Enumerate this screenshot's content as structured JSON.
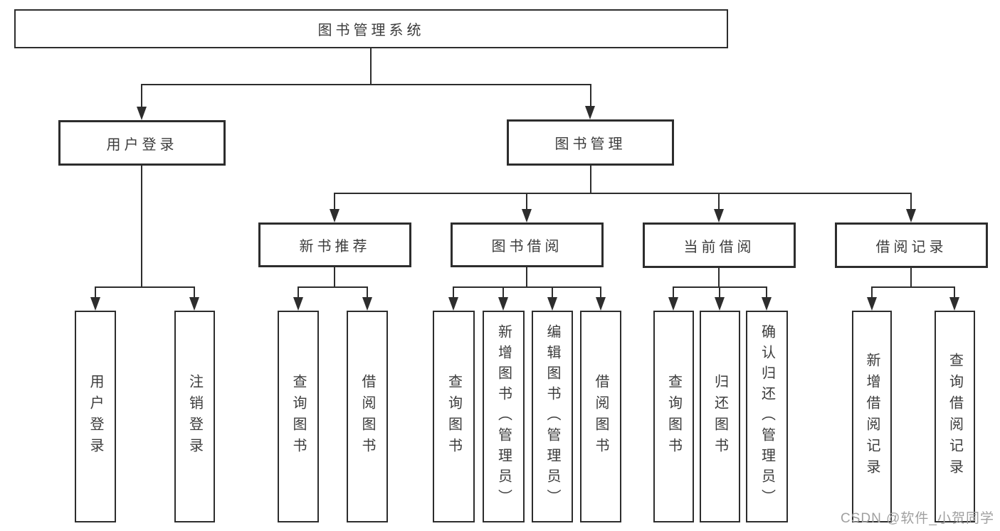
{
  "tree": {
    "label": "图书管理系统",
    "children": [
      {
        "label": "用户登录",
        "children": [
          {
            "label": "用户登录"
          },
          {
            "label": "注销登录"
          }
        ]
      },
      {
        "label": "图书管理",
        "children": [
          {
            "label": "新书推荐",
            "children": [
              {
                "label": "查询图书"
              },
              {
                "label": "借阅图书"
              }
            ]
          },
          {
            "label": "图书借阅",
            "children": [
              {
                "label": "查询图书"
              },
              {
                "label": "新增图书（管理员）"
              },
              {
                "label": "编辑图书（管理员）"
              },
              {
                "label": "借阅图书"
              }
            ]
          },
          {
            "label": "当前借阅",
            "children": [
              {
                "label": "查询图书"
              },
              {
                "label": "归还图书"
              },
              {
                "label": "确认归还（管理员）"
              }
            ]
          },
          {
            "label": "借阅记录",
            "children": [
              {
                "label": "新增借阅记录"
              },
              {
                "label": "查询借阅记录"
              }
            ]
          }
        ]
      }
    ]
  },
  "watermark": {
    "text": "CSDN @软件_小贺同学"
  },
  "colors": {
    "line": "#2d2d2d",
    "text": "#3c3c3c",
    "background": "#ffffff",
    "watermark": "#a0a0a0"
  }
}
